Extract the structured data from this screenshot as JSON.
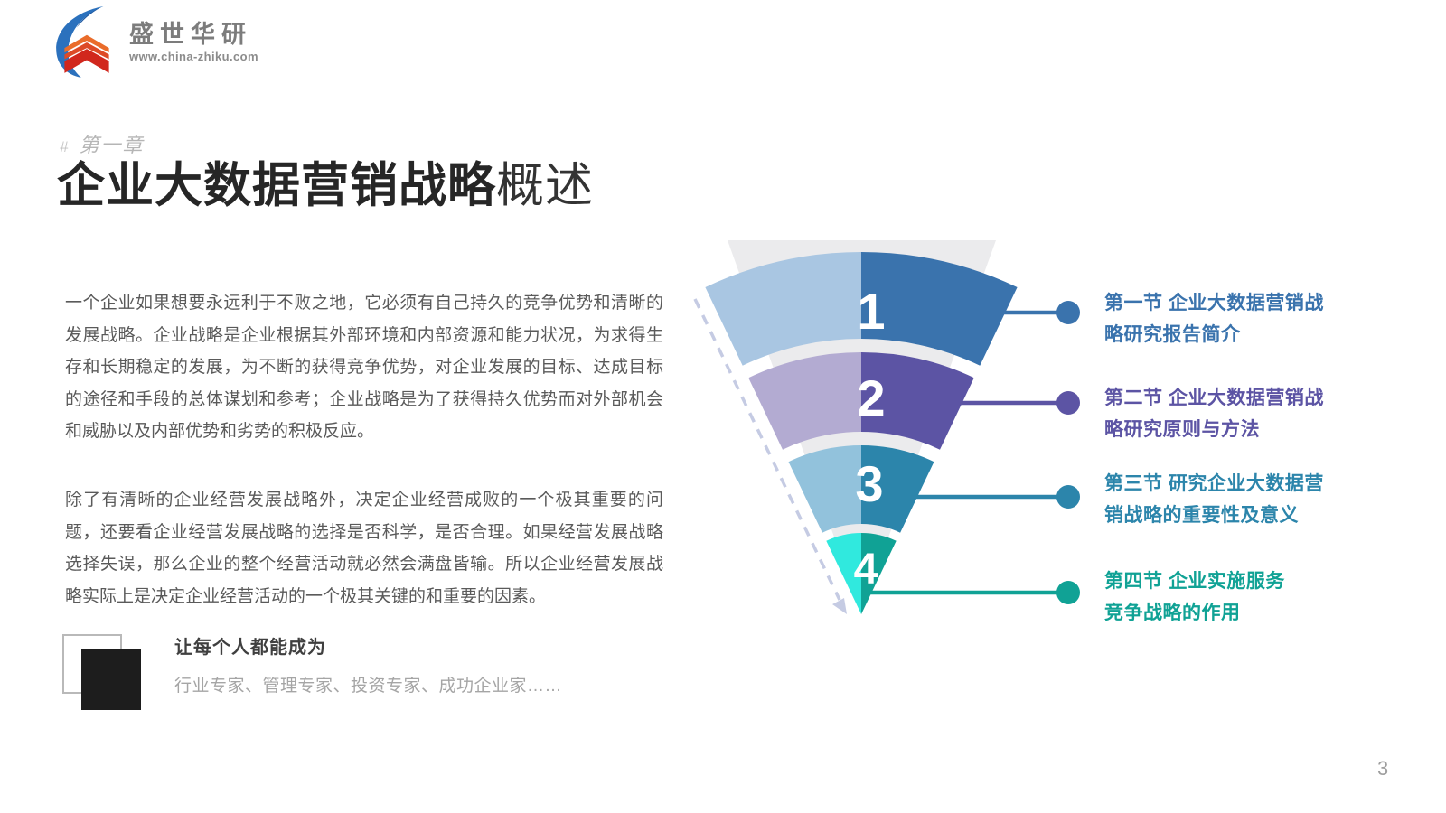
{
  "brand": {
    "name": "盛世华研",
    "url": "www.china-zhiku.com",
    "logo_colors": {
      "blue": "#2b71bd",
      "orange": "#ea6c2a",
      "red": "#d1271d",
      "mid_red": "#dd4a26"
    }
  },
  "header": {
    "chapter_hash": "#",
    "chapter": "第一章",
    "title_bold": "企业大数据营销战略",
    "title_light": "概述"
  },
  "body": {
    "paragraph1": "一个企业如果想要永远利于不败之地，它必须有自己持久的竞争优势和清晰的发展战略。企业战略是企业根据其外部环境和内部资源和能力状况，为求得生存和长期稳定的发展，为不断的获得竞争优势，对企业发展的目标、达成目标的途径和手段的总体谋划和参考；企业战略是为了获得持久优势而对外部机会和威胁以及内部优势和劣势的积极反应。",
    "paragraph2": "除了有清晰的企业经营发展战略外，决定企业经营成败的一个极其重要的问题，还要看企业经营发展战略的选择是否科学，是否合理。如果经营发展战略选择失误，那么企业的整个经营活动就必然会满盘皆输。所以企业经营发展战略实际上是决定企业经营活动的一个极其关键的和重要的因素。"
  },
  "quote": {
    "title": "让每个人都能成为",
    "subtitle": "行业专家、管理专家、投资专家、成功企业家……"
  },
  "funnel": {
    "background_color": "#ebebed",
    "dash_color": "#c5cbe3",
    "items": [
      {
        "number": "1",
        "label": "第一节 企业大数据营销战\n略研究报告简介",
        "color_light": "#a9c6e2",
        "color_dark": "#3a73ad"
      },
      {
        "number": "2",
        "label": "第二节 企业大数据营销战\n略研究原则与方法",
        "color_light": "#b3abd2",
        "color_dark": "#5c54a4"
      },
      {
        "number": "3",
        "label": "第三节 研究企业大数据营\n销战略的重要性及意义",
        "color_light": "#92c2dc",
        "color_dark": "#2c85ab"
      },
      {
        "number": "4",
        "label": "第四节 企业实施服务\n竞争战略的作用",
        "color_light": "#30e9de",
        "color_dark": "#10a295"
      }
    ]
  },
  "footer": {
    "page_number": "3"
  }
}
